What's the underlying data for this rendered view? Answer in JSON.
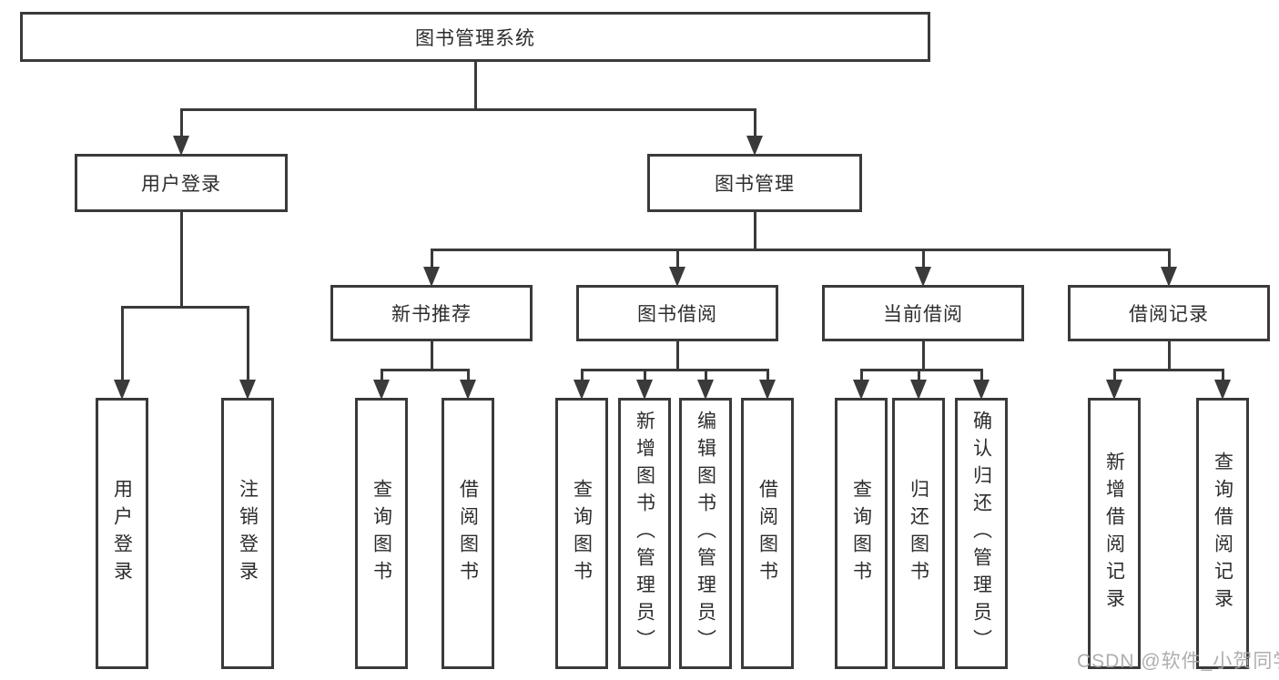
{
  "diagram": {
    "title": "图书管理系统",
    "nodes": [
      {
        "id": "root",
        "label": "图书管理系统"
      },
      {
        "id": "user-login",
        "label": "用户登录"
      },
      {
        "id": "book-management",
        "label": "图书管理"
      },
      {
        "id": "new-book-recommend",
        "label": "新书推荐"
      },
      {
        "id": "book-borrow",
        "label": "图书借阅"
      },
      {
        "id": "current-borrow",
        "label": "当前借阅"
      },
      {
        "id": "borrow-records",
        "label": "借阅记录"
      },
      {
        "id": "user-login-leaf",
        "label": "用户登录"
      },
      {
        "id": "logout-leaf",
        "label": "注销登录"
      },
      {
        "id": "query-books-1",
        "label": "查询图书"
      },
      {
        "id": "borrow-books-1",
        "label": "借阅图书"
      },
      {
        "id": "query-books-2",
        "label": "查询图书"
      },
      {
        "id": "add-book-admin",
        "label": "新增图书（管理员）"
      },
      {
        "id": "edit-book-admin",
        "label": "编辑图书（管理员）"
      },
      {
        "id": "borrow-books-2",
        "label": "借阅图书"
      },
      {
        "id": "query-books-3",
        "label": "查询图书"
      },
      {
        "id": "return-book",
        "label": "归还图书"
      },
      {
        "id": "confirm-return-admin",
        "label": "确认归还（管理员）"
      },
      {
        "id": "add-borrow-record",
        "label": "新增借阅记录"
      },
      {
        "id": "query-borrow-record",
        "label": "查询借阅记录"
      }
    ],
    "colors": {
      "line": "#3a3a3a",
      "box_border": "#3a3a3a",
      "text": "#2d2d2d",
      "background": "#ffffff",
      "watermark": "#a8a8a8"
    }
  },
  "watermark": {
    "text": "CSDN @软件_小贺同学"
  }
}
